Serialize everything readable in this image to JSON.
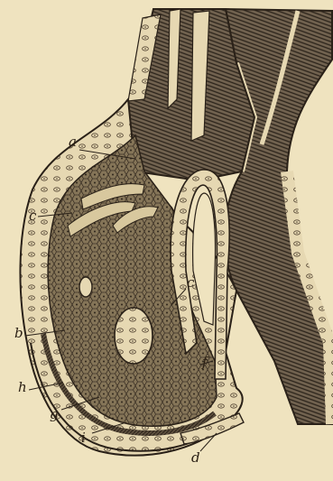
{
  "figure": {
    "labels": {
      "a": "a",
      "b": "b",
      "c_left": "c",
      "c_right": "c",
      "d": "d",
      "f": "f",
      "g": "g",
      "h": "h",
      "i": "i"
    }
  },
  "colors": {
    "paper": "#efe3bf",
    "ink": "#2a1f14",
    "dense_tissue": "#5e5040",
    "striated_band": "#6b5c48",
    "cell_tissue": "#8a7a60",
    "pale_layer": "#e6d8b2"
  }
}
